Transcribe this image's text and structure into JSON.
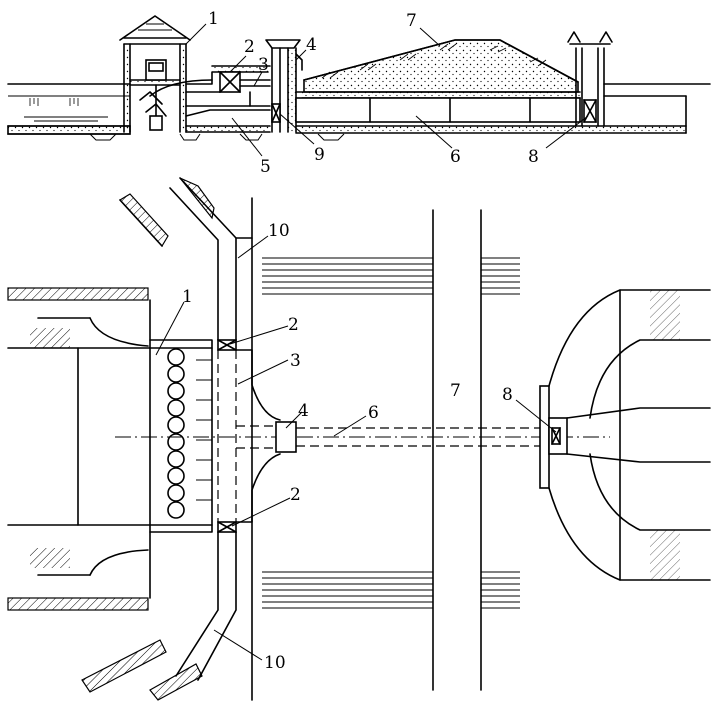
{
  "labels": {
    "upper": {
      "l1": "1",
      "l2": "2",
      "l3": "3",
      "l4": "4",
      "l5": "5",
      "l6": "6",
      "l7": "7",
      "l8": "8",
      "l9": "9"
    },
    "plan": {
      "l10a": "10",
      "l1": "1",
      "l2a": "2",
      "l3": "3",
      "l4": "4",
      "l6": "6",
      "l7": "7",
      "l8": "8",
      "l2b": "2",
      "l10b": "10"
    }
  },
  "colors": {
    "line": "#000000",
    "background": "#ffffff"
  }
}
